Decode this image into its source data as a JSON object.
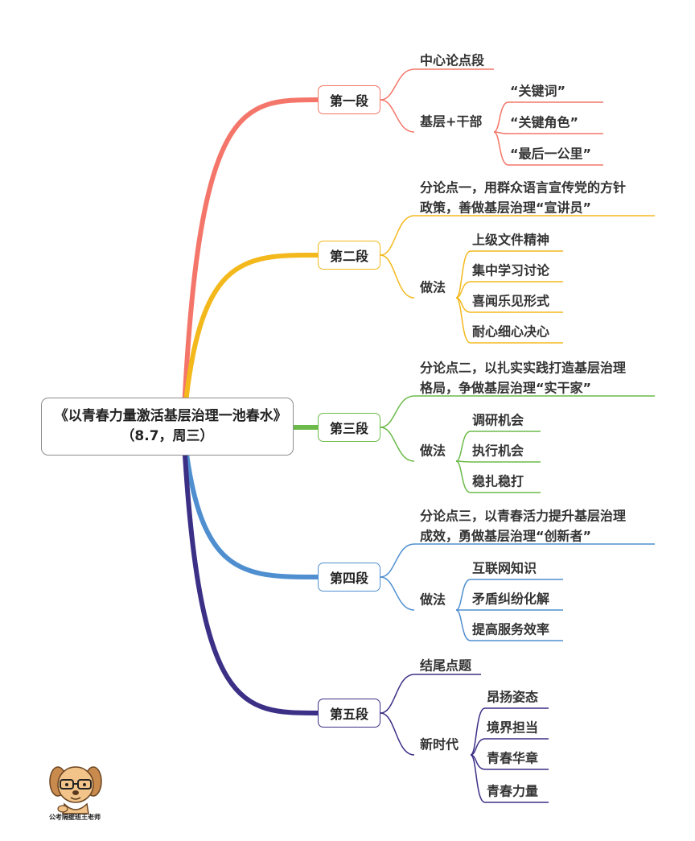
{
  "root": {
    "title": "《以青春力量激活基层治理一池春水》（8.7，周三）"
  },
  "sections": [
    {
      "label": "第一段",
      "color": "#f4766a",
      "main": [
        "中心论点段"
      ],
      "method": "基层+干部",
      "items": [
        "“关键词”",
        "“关键角色”",
        "“最后一公里”"
      ]
    },
    {
      "label": "第二段",
      "color": "#f3b81c",
      "main": [
        "分论点一，用群众语言宣传党的方针",
        "政策，善做基层治理“宣讲员”"
      ],
      "method": "做法",
      "items": [
        "上级文件精神",
        "集中学习讨论",
        "喜闻乐见形式",
        "耐心细心决心"
      ]
    },
    {
      "label": "第三段",
      "color": "#6cbb4a",
      "main": [
        "分论点二，以扎实实践打造基层治理",
        "格局，争做基层治理“实干家”"
      ],
      "method": "做法",
      "items": [
        "调研机会",
        "执行机会",
        "稳扎稳打"
      ]
    },
    {
      "label": "第四段",
      "color": "#4f8fd0",
      "main": [
        "分论点三，以青春活力提升基层治理",
        "成效，勇做基层治理“创新者”"
      ],
      "method": "做法",
      "items": [
        "互联网知识",
        "矛盾纠纷化解",
        "提高服务效率"
      ]
    },
    {
      "label": "第五段",
      "color": "#3b2f86",
      "main": [
        "结尾点题"
      ],
      "method": "新时代",
      "items": [
        "昂扬姿态",
        "境界担当",
        "青春华章",
        "青春力量"
      ]
    }
  ],
  "watermark": {
    "text": "公考隔壁班王老师"
  }
}
